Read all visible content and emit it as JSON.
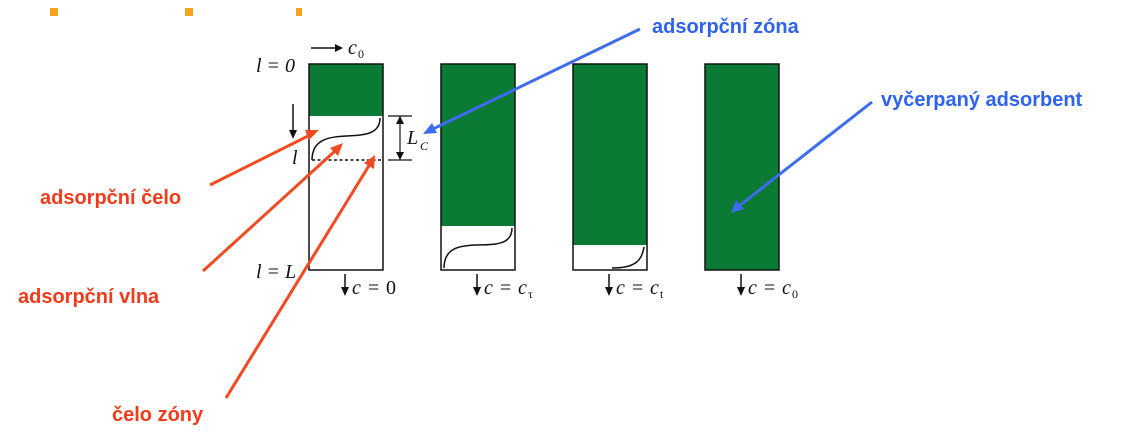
{
  "colors": {
    "green": "#0a7a35",
    "label_red": "#f23b1a",
    "label_blue": "#2d63ee",
    "arrow_red": "#f24a22",
    "arrow_blue": "#3c6cf0",
    "top_orange": "#f5a51d",
    "text_dark": "#111111"
  },
  "labels": {
    "adsorption_zone": "adsorpční zóna",
    "exhausted_adsorbent": "vyčerpaný adsorbent",
    "adsorption_front": "adsorpční čelo",
    "adsorption_wave": "adsorpční vlna",
    "zone_front": "čelo zóny"
  },
  "math": {
    "l": "l",
    "l_zero": "l = 0",
    "l_L": "l = L",
    "c0_sym": "c",
    "c0_sub": "0",
    "lc_sym": "L",
    "lc_sub": "C",
    "c_eq": "c =",
    "zero": "0",
    "c_sym": "c",
    "tau_sub": "τ",
    "t_sub": "t"
  },
  "columns": [
    {
      "fill_fraction": 0.22,
      "has_wave": true,
      "outlet": "c = 0"
    },
    {
      "fill_fraction": 0.79,
      "has_wave": true,
      "outlet": "c = cτ"
    },
    {
      "fill_fraction": 0.88,
      "has_wave": true,
      "outlet": "c = ct"
    },
    {
      "fill_fraction": 1.0,
      "has_wave": false,
      "outlet": "c = c0"
    }
  ]
}
